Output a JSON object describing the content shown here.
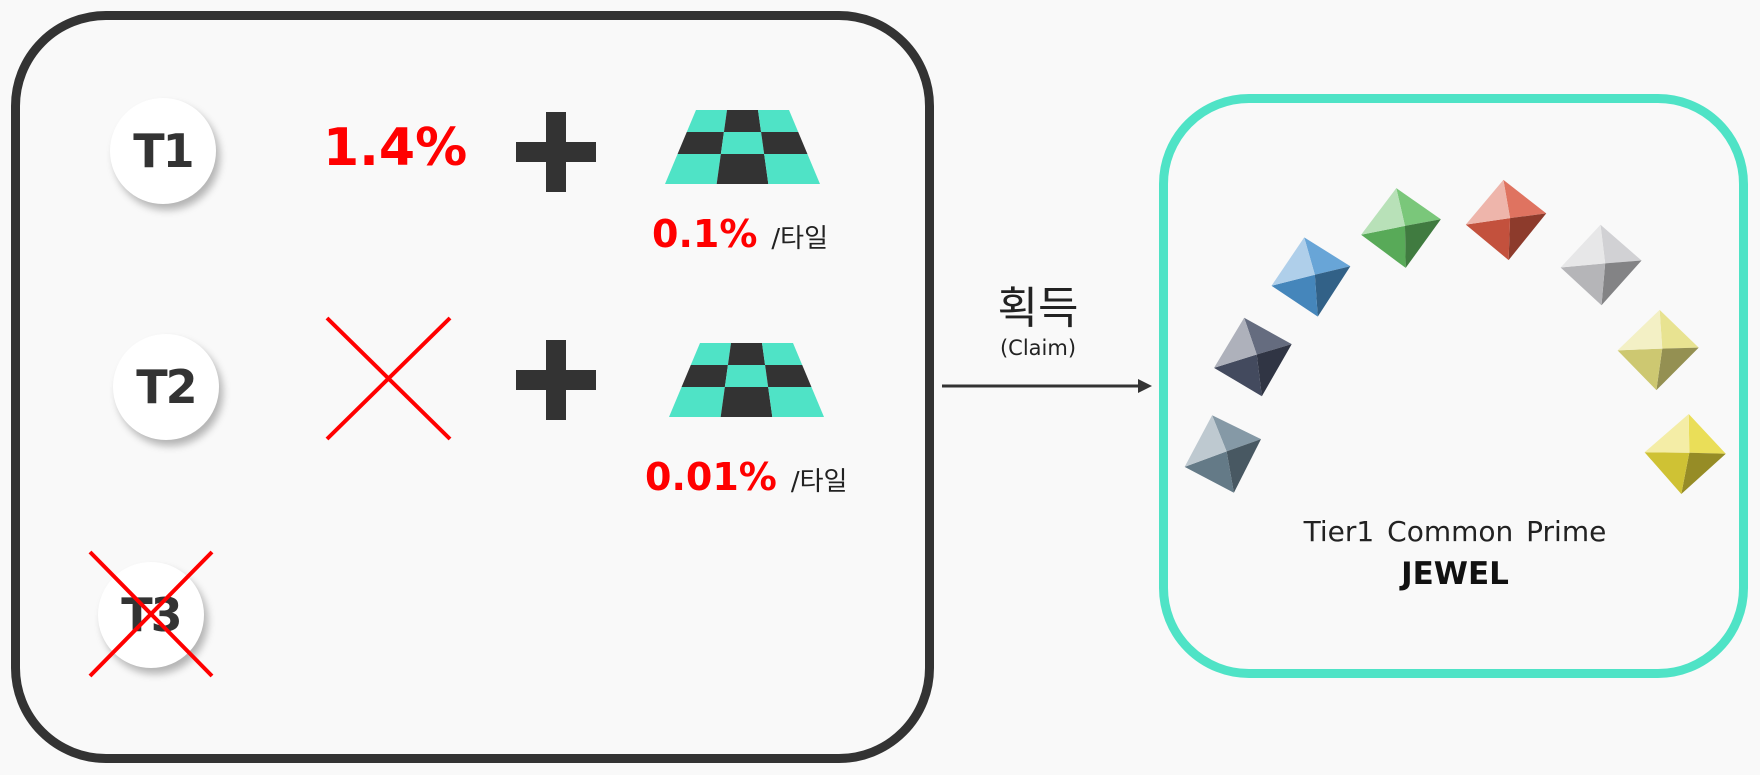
{
  "tiers": [
    {
      "label": "T1",
      "base_rate": "1.4%",
      "tile_rate": "0.1%",
      "tile_unit": "/타일",
      "excluded": false
    },
    {
      "label": "T2",
      "base_rate": null,
      "tile_rate": "0.01%",
      "tile_unit": "/타일",
      "excluded": false
    },
    {
      "label": "T3",
      "excluded": true
    }
  ],
  "claim": {
    "label": "획득",
    "sublabel": "(Claim)"
  },
  "reward": {
    "title": "Tier1 Common Prime",
    "name": "JEWEL"
  },
  "colors": {
    "dark": "#333333",
    "accent": "#4fe3c6",
    "red": "#ff0000",
    "jewels": [
      "#6f8796",
      "#4a5268",
      "#4d95d0",
      "#62bd62",
      "#d95a44",
      "#c9c9cc",
      "#e4de7e",
      "#e6d83a"
    ]
  }
}
